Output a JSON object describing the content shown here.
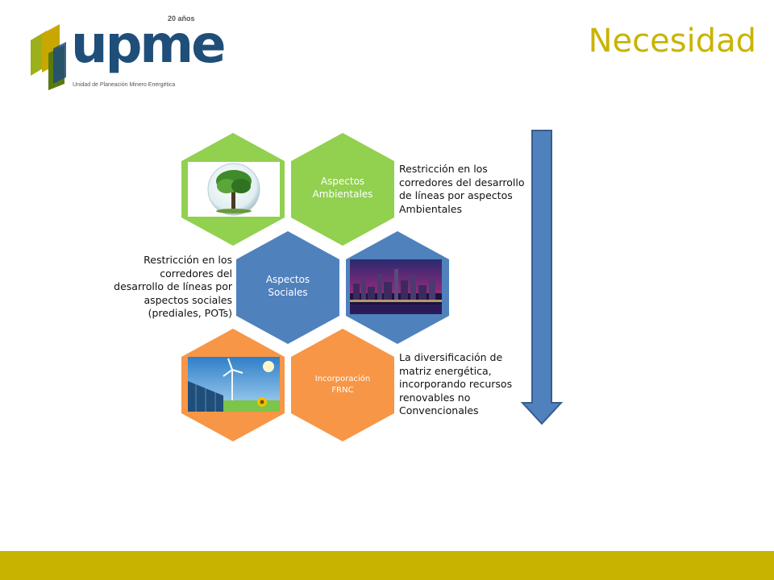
{
  "header": {
    "logo_text": "upme",
    "logo_anniversary": "20 años",
    "logo_tagline": "Unidad de Planeación Minero Energética",
    "title": "Necesidad"
  },
  "hexagons": [
    {
      "label": "Aspectos Ambientales",
      "color": "#92d050"
    },
    {
      "label": "Aspectos Sociales",
      "color": "#4f81bd"
    },
    {
      "label": "Incorporación FRNC",
      "color": "#f79646"
    }
  ],
  "notes": {
    "ambientales": "Restricción en los corredores del desarrollo de líneas por aspectos Ambientales",
    "sociales": "Restricción en los corredores del desarrollo de líneas por aspectos sociales (prediales, POTs)",
    "frnc": "La diversificación de matriz energética, incorporando recursos renovables no Convencionales"
  },
  "colors": {
    "title": "#c8b400",
    "footer": "#c8b400",
    "arrow": "#4f81bd",
    "logo_blue": "#1f4e79",
    "logo_green": "#7a9a01"
  }
}
